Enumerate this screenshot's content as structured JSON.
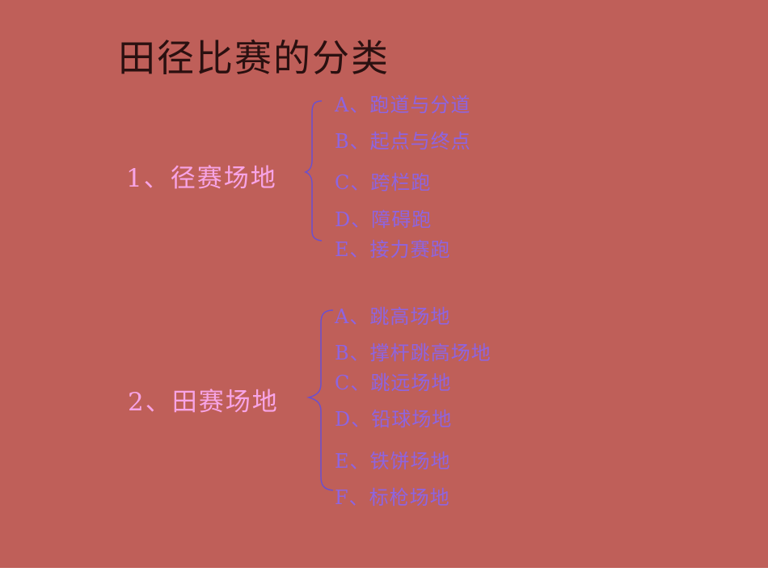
{
  "slide": {
    "title": "田径比赛的分类",
    "groups": [
      {
        "label": "1、径赛场地",
        "items": [
          "A、跑道与分道",
          "B、起点与终点",
          "C、跨栏跑",
          "D、障碍跑",
          "E、接力赛跑"
        ]
      },
      {
        "label": "2、田赛场地",
        "items": [
          "A、跳高场地",
          "B、撑杆跳高场地",
          "C、跳远场地",
          "D、铅球场地",
          "E、铁饼场地",
          "F、标枪场地"
        ]
      }
    ]
  },
  "colors": {
    "background": "#bf5f59",
    "title": "#2a1010",
    "group_label": "#f7a4e6",
    "item": "#8e64e0",
    "brace": "#6a4fd0"
  }
}
